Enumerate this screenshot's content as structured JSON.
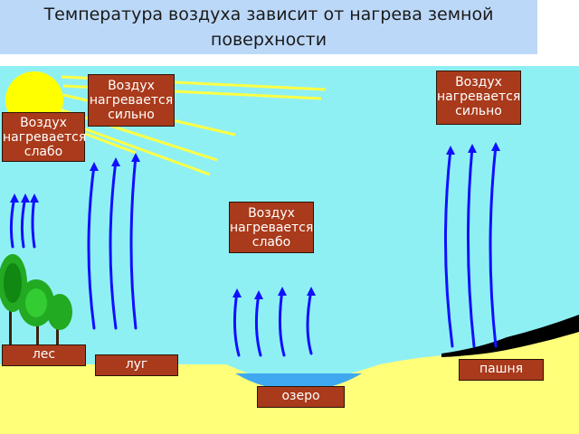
{
  "title": "Температура воздуха зависит от нагрева земной поверхности",
  "colors": {
    "sky": "#8ff0f4",
    "ground": "#ffff7a",
    "lake": "#3fa8f0",
    "plowed_field": "#000000",
    "label_fill": "#a93a1b",
    "sun": "#ffff00",
    "arrows": "#1010ff",
    "trees": "#22aa22"
  },
  "air_labels": {
    "meadow_top": {
      "line1": "Воздух",
      "line2": "нагревается",
      "line3": "сильно"
    },
    "forest_top": {
      "line1": "Воздух",
      "line2": "нагревается",
      "line3": "слабо"
    },
    "lake_top": {
      "line1": "Воздух",
      "line2": "нагревается",
      "line3": "слабо"
    },
    "field_top": {
      "line1": "Воздух",
      "line2": "нагревается",
      "line3": "сильно"
    }
  },
  "surface_labels": {
    "forest": "лес",
    "meadow": "луг",
    "lake": "озеро",
    "field": "пашня"
  }
}
